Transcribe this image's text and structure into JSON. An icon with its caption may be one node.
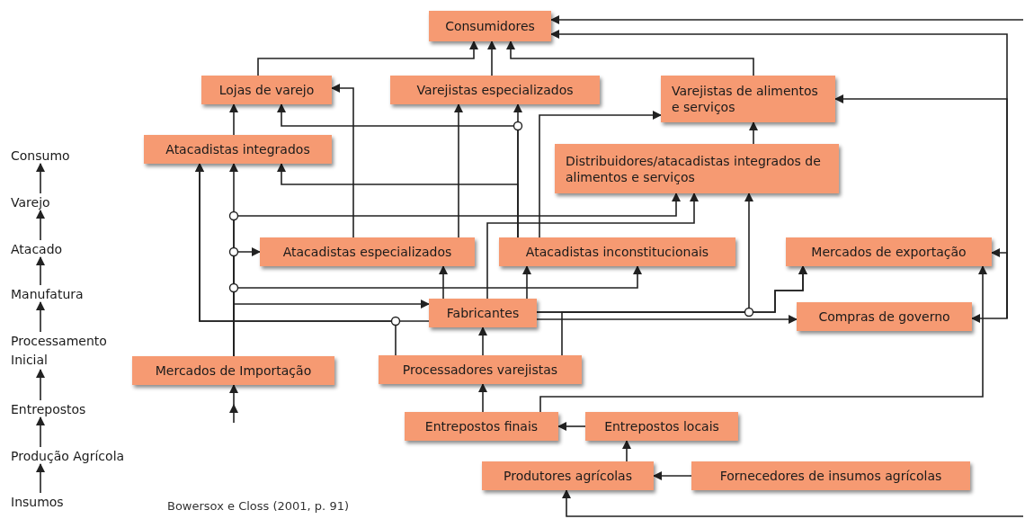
{
  "diagram": {
    "nodes": [
      {
        "text": [
          "Consumidores"
        ]
      },
      {
        "text": [
          "Lojas de varejo"
        ]
      },
      {
        "text": [
          "Varejistas especializados"
        ]
      },
      {
        "text": [
          "Varejistas de alimentos e serviços"
        ]
      },
      {
        "text": [
          "Atacadistas integrados"
        ]
      },
      {
        "text": [
          "Distribuidores/atacadistas integrados de alimentos e serviços"
        ]
      },
      {
        "text": [
          "Atacadistas especializados"
        ]
      },
      {
        "text": [
          "Atacadistas inconstitucionais"
        ]
      },
      {
        "text": [
          "Mercados de exportação"
        ]
      },
      {
        "text": [
          "Fabricantes"
        ]
      },
      {
        "text": [
          "Compras de governo"
        ]
      },
      {
        "text": [
          "Mercados de Importação"
        ]
      },
      {
        "text": [
          "Processadores varejistas"
        ]
      },
      {
        "text": [
          "Entrepostos finais"
        ]
      },
      {
        "text": [
          "Entrepostos locais"
        ]
      },
      {
        "text": [
          "Produtores agrícolas"
        ]
      },
      {
        "text": [
          "Fornecedores de insumos agrícolas"
        ]
      },
      {
        "text": [
          "Consumo"
        ]
      },
      {
        "text": [
          "Varejo"
        ]
      },
      {
        "text": [
          "Atacado"
        ]
      },
      {
        "text": [
          "Manufatura"
        ]
      },
      {
        "text": [
          "Processamento Inicial"
        ]
      },
      {
        "text": [
          "Entrepostos"
        ]
      },
      {
        "text": [
          "Produção Agrícola"
        ]
      },
      {
        "text": [
          "Insumos"
        ]
      }
    ],
    "edges": [
      {
        "from": 1,
        "to": 0,
        "arrow": "to"
      },
      {
        "from": 2,
        "to": 0,
        "arrow": "to"
      },
      {
        "from": 3,
        "to": 0,
        "arrow": "to"
      },
      {
        "from": null,
        "to": 0,
        "arrow": "to"
      },
      {
        "from": null,
        "to": 0,
        "arrow": "to"
      },
      {
        "from": null,
        "to": 3,
        "arrow": "to"
      },
      {
        "from": null,
        "to": 8,
        "arrow": "to"
      },
      {
        "from": null,
        "to": 10,
        "arrow": "to"
      },
      {
        "from": 4,
        "to": 1,
        "arrow": "to"
      },
      {
        "from": 7,
        "to": 2,
        "arrow": "to"
      },
      {
        "from": 7,
        "to": 1,
        "arrow": "to"
      },
      {
        "from": 7,
        "to": 4,
        "arrow": "to"
      },
      {
        "from": 6,
        "to": 1,
        "arrow": "to"
      },
      {
        "from": 6,
        "to": 2,
        "arrow": "to"
      },
      {
        "from": 7,
        "to": 3,
        "arrow": "to"
      },
      {
        "from": 5,
        "to": 3,
        "arrow": "to"
      },
      {
        "from": 11,
        "to": 5,
        "arrow": "to"
      },
      {
        "from": 9,
        "to": 5,
        "arrow": "to"
      },
      {
        "from": 9,
        "to": 5,
        "arrow": "to"
      },
      {
        "from": 9,
        "to": 8,
        "arrow": "to"
      },
      {
        "from": 12,
        "to": 8,
        "arrow": "to"
      },
      {
        "from": 9,
        "to": 10,
        "arrow": "to"
      },
      {
        "from": 9,
        "to": 6,
        "arrow": "to"
      },
      {
        "from": 9,
        "to": 7,
        "arrow": "to"
      },
      {
        "from": 11,
        "to": 7,
        "arrow": "to"
      },
      {
        "from": 11,
        "to": 4,
        "arrow": "to"
      },
      {
        "from": 11,
        "to": 6,
        "arrow": "to"
      },
      {
        "from": 11,
        "to": 9,
        "arrow": "to"
      },
      {
        "from": 9,
        "to": 4,
        "arrow": "to"
      },
      {
        "from": 12,
        "to": 4,
        "arrow": "to"
      },
      {
        "from": 12,
        "to": 9,
        "arrow": "to"
      },
      {
        "from": 13,
        "to": 12,
        "arrow": "to"
      },
      {
        "from": 14,
        "to": 13,
        "arrow": "to"
      },
      {
        "from": 13,
        "to": 8,
        "arrow": "to"
      },
      {
        "from": 15,
        "to": 14,
        "arrow": "to"
      },
      {
        "from": 16,
        "to": 15,
        "arrow": "to"
      },
      {
        "from": null,
        "to": 15,
        "arrow": "to"
      },
      {
        "from": null,
        "to": 11,
        "arrow": "to"
      },
      {
        "from": 18,
        "to": 17,
        "arrow": "to"
      },
      {
        "from": 19,
        "to": 18,
        "arrow": "to"
      },
      {
        "from": 20,
        "to": 19,
        "arrow": "to"
      },
      {
        "from": 21,
        "to": 20,
        "arrow": "to"
      },
      {
        "from": 22,
        "to": 21,
        "arrow": "to"
      },
      {
        "from": 23,
        "to": 22,
        "arrow": "to"
      },
      {
        "from": 24,
        "to": 23,
        "arrow": "to"
      }
    ],
    "labels": [
      "Bowersox e Closs (2001, p. 91)"
    ]
  }
}
